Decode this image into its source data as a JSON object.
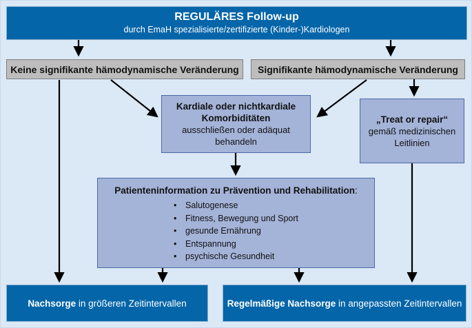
{
  "colors": {
    "background": "#dbe8f6",
    "primary_blue": "#0465a9",
    "gray_fill": "#bdbdbd",
    "gray_border": "#7f7f7f",
    "box_fill": "#a4b3d8",
    "box_border": "#4a69a8",
    "arrow": "#000000",
    "header_text": "#ffffff"
  },
  "header": {
    "title": "REGULÄRES Follow-up",
    "subtitle": "durch EmaH spezialisierte/zertifizierte (Kinder-)Kardiologen"
  },
  "branches": {
    "no_change": "Keine signifikante hämodynamische Veränderung",
    "change": "Signifikante hämodynamische Veränderung"
  },
  "comorbidities": {
    "title_line1": "Kardiale oder nichtkardiale",
    "title_line2": "Komorbiditäten",
    "body_line1": "ausschließen oder adäquat",
    "body_line2": "behandeln"
  },
  "treat": {
    "title": "„Treat or repair“",
    "body_line1": "gemäß medizinischen",
    "body_line2": "Leitlinien"
  },
  "patient_info": {
    "title_bold": "Patienteninformation zu Prävention und Rehabilitation",
    "title_suffix": ":",
    "bullet_glyph": "•",
    "bullets": [
      "Salutogenese",
      "Fitness, Bewegung und Sport",
      "gesunde Ernährung",
      "Entspannung",
      "psychische Gesundheit"
    ]
  },
  "outcomes": {
    "left_bold": "Nachsorge",
    "left_rest": " in größeren Zeitintervallen",
    "right_bold": "Regelmäßige Nachsorge",
    "right_rest": " in angepassten Zeitintervallen"
  }
}
